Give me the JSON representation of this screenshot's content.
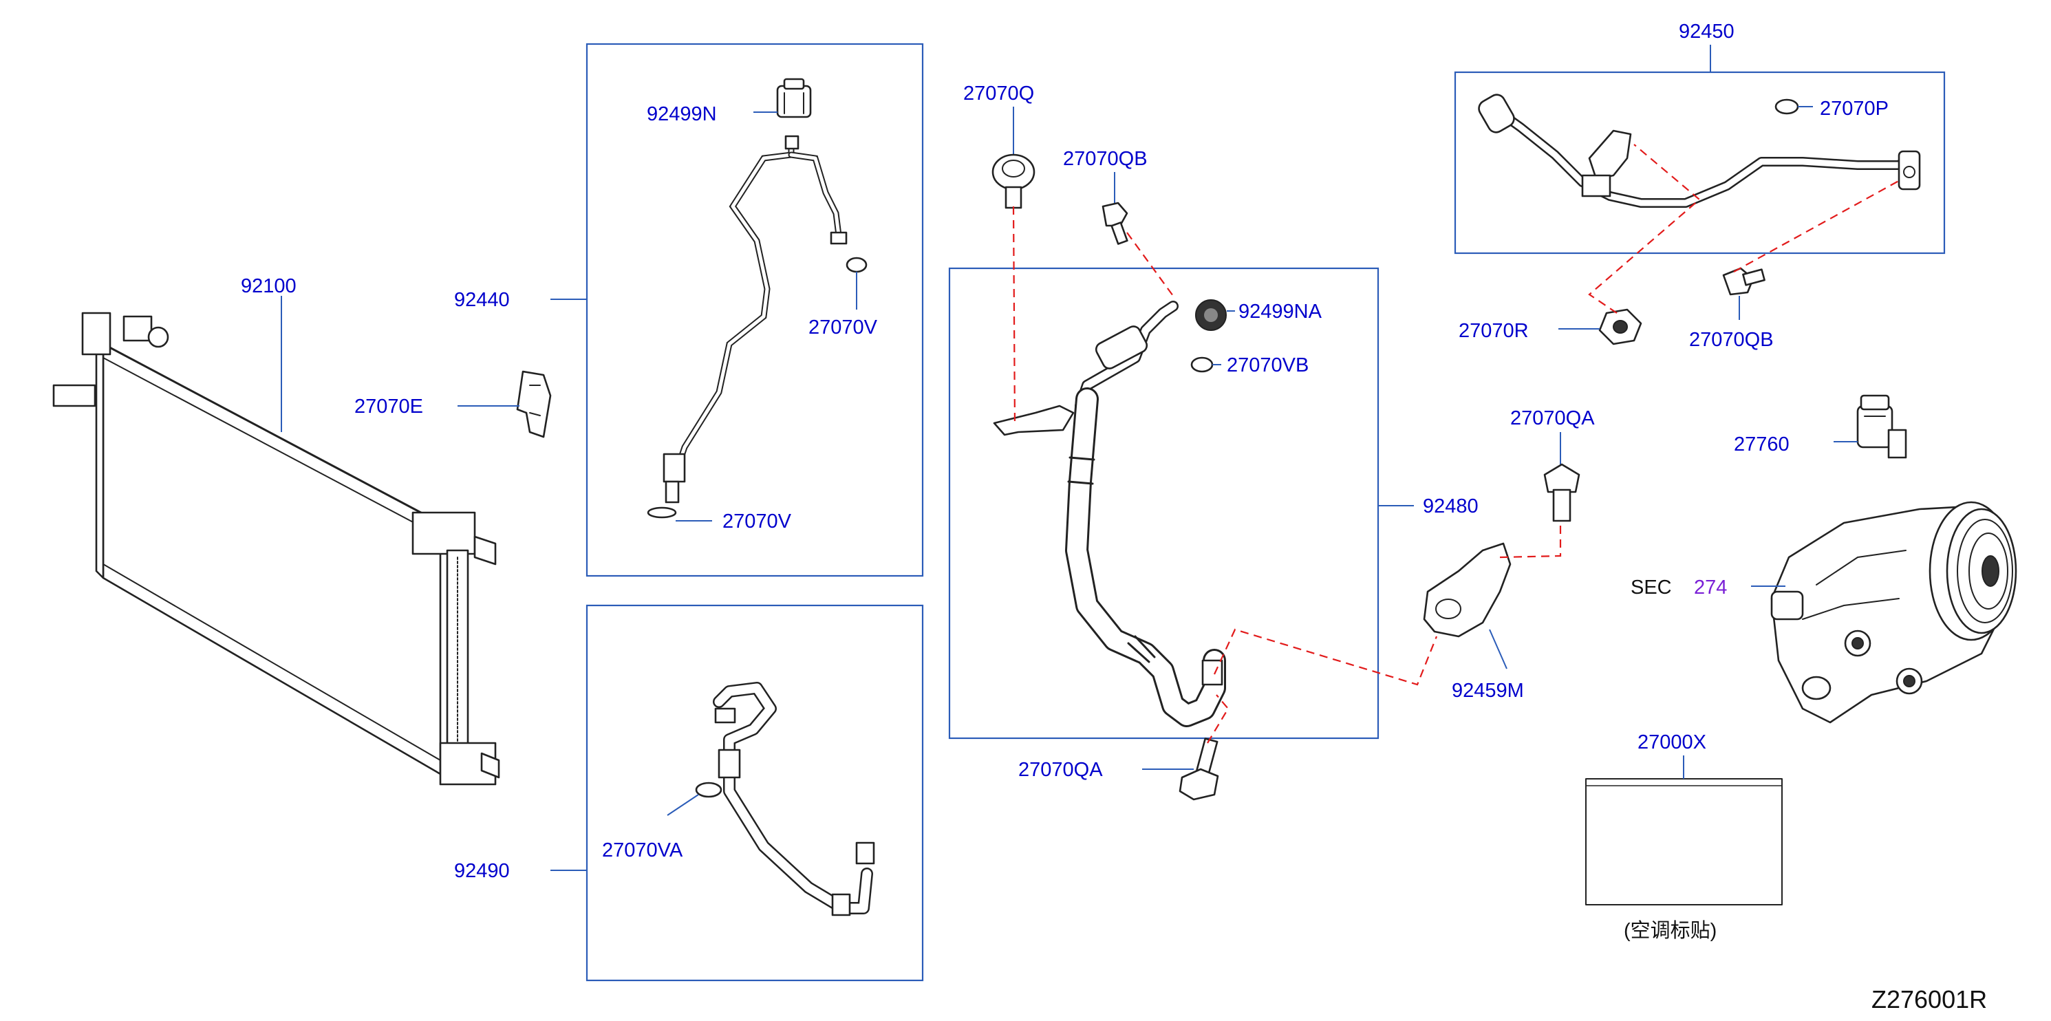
{
  "diagram_id": "Z276001R",
  "colors": {
    "label": "#0000cc",
    "box": "#2b5cb8",
    "dash": "#e21b1b",
    "section_ref": "#7a1fd6"
  },
  "labels": {
    "p92100": "92100",
    "p27070E": "27070E",
    "p92440": "92440",
    "p92499N": "92499N",
    "p27070V_upper": "27070V",
    "p27070V_lower": "27070V",
    "p92490": "92490",
    "p27070VA": "27070VA",
    "p27070Q": "27070Q",
    "p27070QB_mid": "27070QB",
    "p92499NA": "92499NA",
    "p27070VB": "27070VB",
    "p92480": "92480",
    "p27070QA_low": "27070QA",
    "p92450": "92450",
    "p27070P": "27070P",
    "p27070R": "27070R",
    "p27070QB_right": "27070QB",
    "p27070QA_right": "27070QA",
    "p92459M": "92459M",
    "p27760": "27760",
    "sec_prefix": "SEC",
    "sec_number": "274",
    "p27000X": "27000X",
    "label_note": "(空调标贴)"
  }
}
